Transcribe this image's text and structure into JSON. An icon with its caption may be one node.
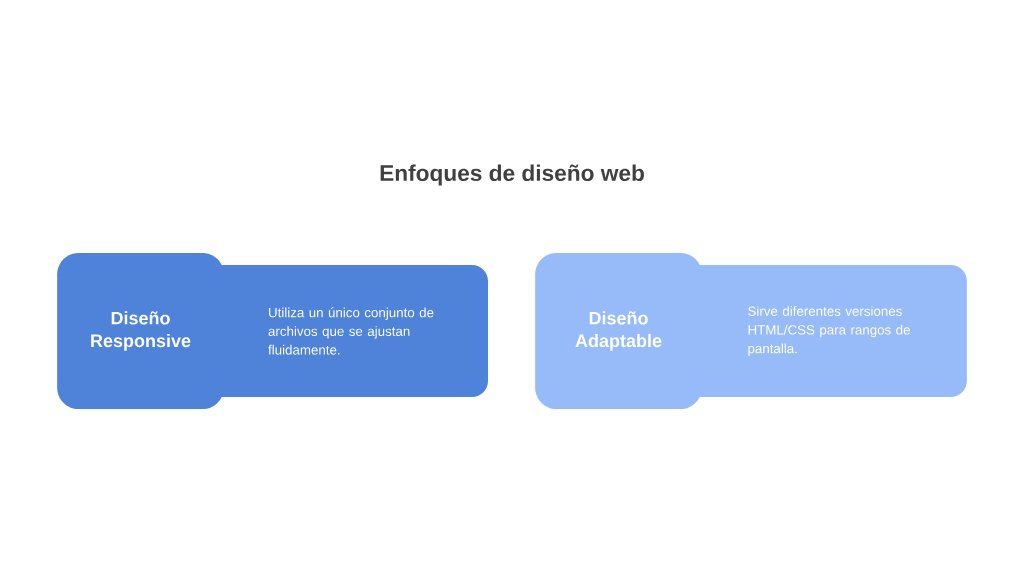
{
  "diagram": {
    "title": "Enfoques de diseño web",
    "nodes": [
      {
        "text": [
          "Diseño Responsive"
        ]
      },
      {
        "text": [
          "Utiliza un único conjunto de archivos que se ajustan fluidamente."
        ]
      },
      {
        "text": [
          "Diseño Adaptable"
        ]
      },
      {
        "text": [
          "Sirve diferentes versiones HTML/CSS para rangos de pantalla."
        ]
      }
    ]
  }
}
